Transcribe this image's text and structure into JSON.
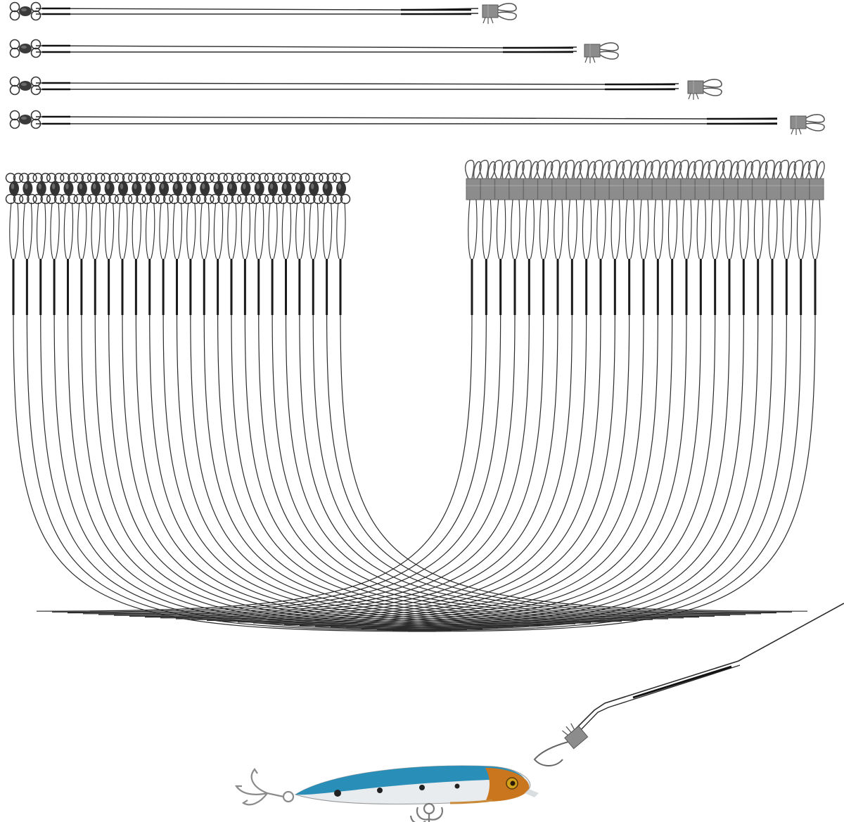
{
  "image": {
    "subject": "fishing-wire-leaders-with-swivels-and-snaps",
    "background": "#ffffff",
    "colors": {
      "wire": "#2b2b2b",
      "wire_light": "#555555",
      "sleeve": "#1a1a1a",
      "swivel_barrel": "#3a3a3a",
      "snap_metal": "#9a9a9a",
      "snap_sleeve": "#8c8c8c",
      "lure_back": "#2a8fb8",
      "lure_belly": "#e8ecef",
      "lure_head": "#c9761f",
      "lure_eye": "#d4a21a",
      "hook": "#8a8a8a"
    },
    "leader_sizes_shown": 4,
    "bundle_left_count": 25,
    "bundle_right_count": 25
  }
}
